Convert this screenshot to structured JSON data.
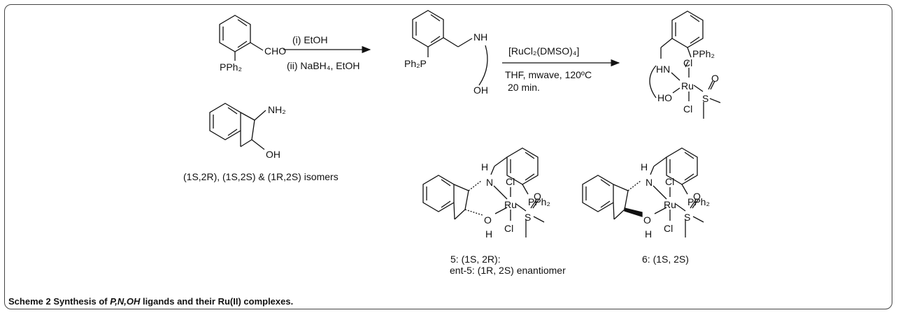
{
  "caption": {
    "scheme_label": "Scheme 2",
    "text_before": " Synthesis of ",
    "text_italic": "P,N,OH",
    "text_after": " ligands and their Ru(II) complexes."
  },
  "reagents": {
    "step1_line1": "(i) EtOH",
    "step1_line2": "(ii) NaBH₄, EtOH",
    "step2_line1": "[RuCl₂(DMSO)₄]",
    "step2_line2": "THF, mwave, 120ºC",
    "step2_line3": "20 min."
  },
  "atoms": {
    "cho": "CHO",
    "pph2": "PPh₂",
    "ph2p": "Ph₂P",
    "nh": "NH",
    "hn": "HN",
    "oh": "OH",
    "ho": "HO",
    "nh2": "NH₂",
    "cl": "Cl",
    "ru": "Ru",
    "s": "S",
    "o": "O",
    "n": "N",
    "h": "H"
  },
  "labels": {
    "isomers": "(1S,2R), (1S,2S) & (1R,2S) isomers",
    "c5_line1": "5: (1S, 2R):",
    "c5_line2": "ent-5: (1R, 2S) enantiomer",
    "c6": "6: (1S, 2S)"
  }
}
